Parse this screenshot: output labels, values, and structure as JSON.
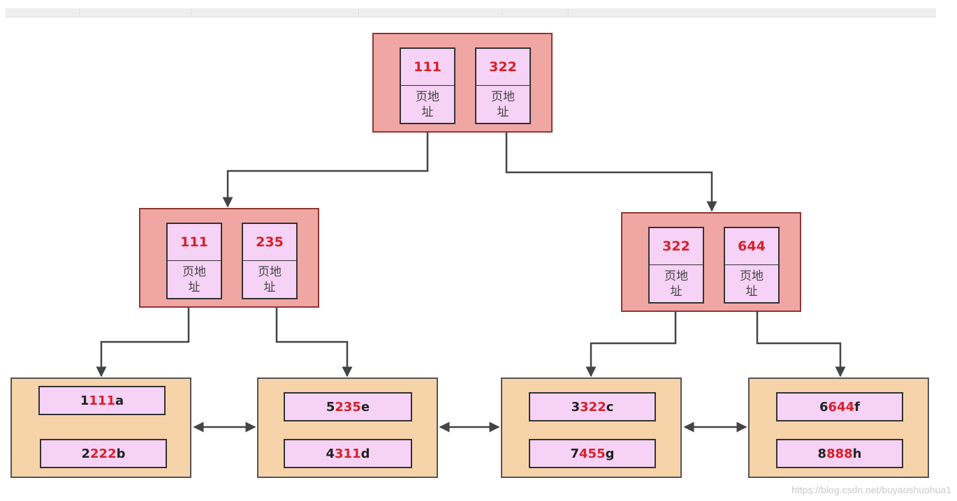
{
  "root": {
    "keys": [
      {
        "num": "111",
        "addr": "页地址"
      },
      {
        "num": "322",
        "addr": "页地址"
      }
    ]
  },
  "internal": [
    {
      "keys": [
        {
          "num": "111",
          "addr": "页地址"
        },
        {
          "num": "235",
          "addr": "页地址"
        }
      ]
    },
    {
      "keys": [
        {
          "num": "322",
          "addr": "页地址"
        },
        {
          "num": "644",
          "addr": "页地址"
        }
      ]
    }
  ],
  "leaves": [
    {
      "records": [
        {
          "prefix": "1",
          "key": "111",
          "suffix": "a"
        },
        {
          "prefix": "2",
          "key": "222",
          "suffix": "b"
        }
      ]
    },
    {
      "records": [
        {
          "prefix": "5",
          "key": "235",
          "suffix": "e"
        },
        {
          "prefix": "4",
          "key": "311",
          "suffix": "d"
        }
      ]
    },
    {
      "records": [
        {
          "prefix": "3",
          "key": "322",
          "suffix": "c"
        },
        {
          "prefix": "7",
          "key": "455",
          "suffix": "g"
        }
      ]
    },
    {
      "records": [
        {
          "prefix": "6",
          "key": "644",
          "suffix": "f"
        },
        {
          "prefix": "8",
          "key": "888",
          "suffix": "h"
        }
      ]
    }
  ],
  "watermark": "https://blog.csdn.net/buyaoshuohua1",
  "colors": {
    "node_fill": "#f0a7a3",
    "key_fill": "#f6d2f6",
    "leaf_fill": "#f6d3a8",
    "key_text": "#d81f26",
    "arrow": "#444444"
  }
}
